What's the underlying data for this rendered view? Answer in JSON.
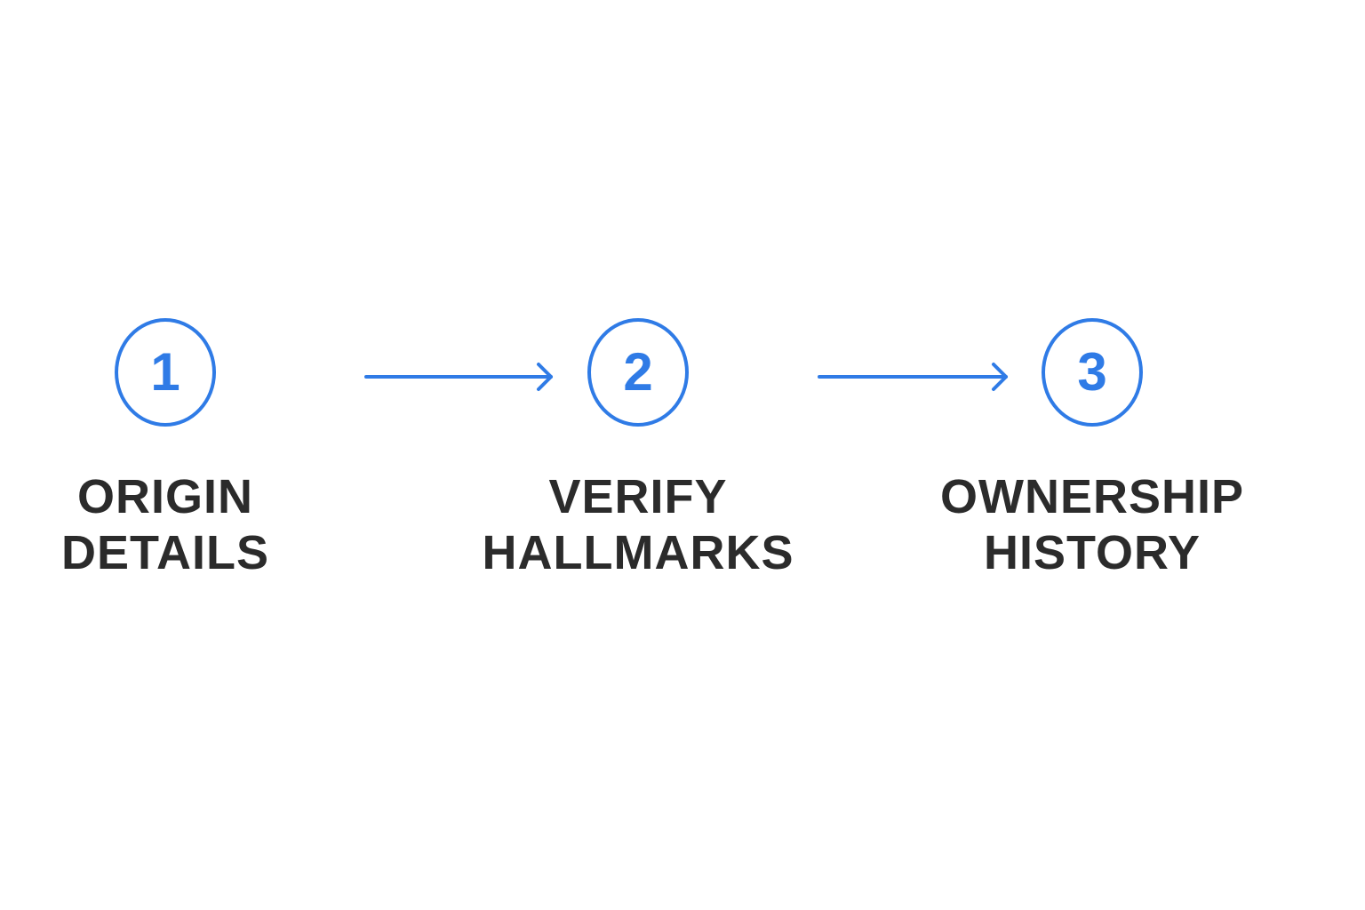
{
  "colors": {
    "accent": "#2F7BE6",
    "text": "#2b2b2b",
    "background": "#ffffff"
  },
  "steps": [
    {
      "number": "1",
      "label_line1": "ORIGIN",
      "label_line2": "DETAILS"
    },
    {
      "number": "2",
      "label_line1": "VERIFY",
      "label_line2": "HALLMARKS"
    },
    {
      "number": "3",
      "label_line1": "OWNERSHIP",
      "label_line2": "HISTORY"
    }
  ],
  "connectors": [
    {
      "from": "1",
      "to": "2",
      "icon": "right-arrow-icon"
    },
    {
      "from": "2",
      "to": "3",
      "icon": "right-arrow-icon"
    }
  ]
}
